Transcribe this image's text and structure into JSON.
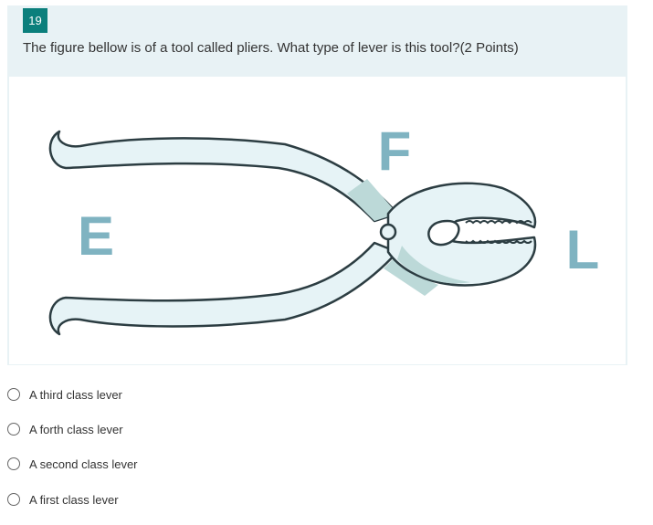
{
  "question": {
    "number": "19",
    "text": "The figure bellow is of a tool called pliers. What type of lever is this tool?(2 Points)"
  },
  "figure": {
    "labels": {
      "effort": "E",
      "fulcrum": "F",
      "load": "L"
    },
    "colors": {
      "outline": "#2c3d42",
      "metal": "#e6f3f6",
      "metal_shade": "#bcd9d8",
      "letter": "#7fb3c1"
    }
  },
  "options": [
    {
      "label": "A third class lever",
      "selected": false
    },
    {
      "label": "A forth class lever",
      "selected": false
    },
    {
      "label": "A second class lever",
      "selected": false
    },
    {
      "label": "A first class lever",
      "selected": false
    }
  ],
  "colors": {
    "accent": "#0b7f7c",
    "card_bg": "#e8f2f5"
  }
}
